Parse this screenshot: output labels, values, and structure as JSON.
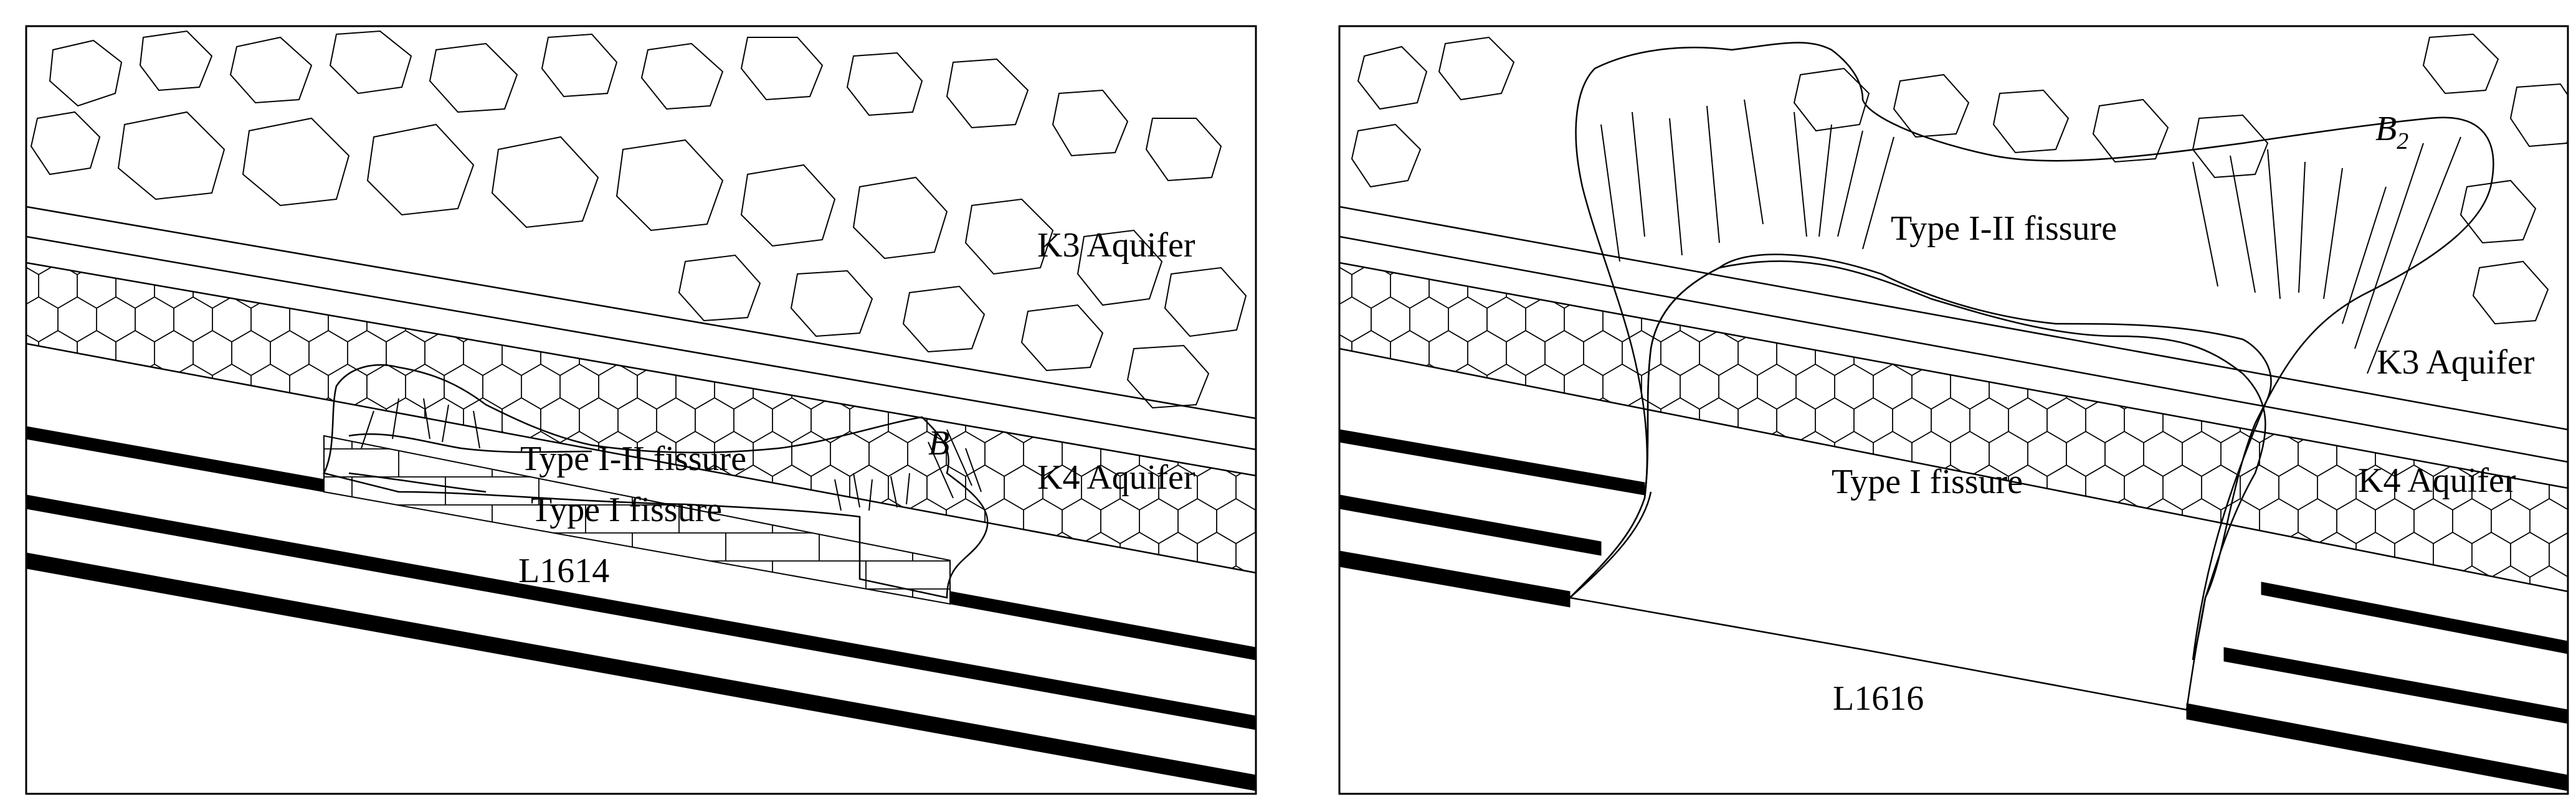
{
  "panels": [
    {
      "id": "left",
      "labels": {
        "k3": "K3 Aquifer",
        "k4": "K4 Aquifer",
        "fissure_upper": "Type I-II fissure",
        "fissure_lower": "Type I fissure",
        "face": "L1614",
        "zone": "B"
      }
    },
    {
      "id": "right",
      "labels": {
        "fissure_upper": "Type I-II fissure",
        "fissure_lower": "Type I fissure",
        "k3": "K3 Aquifer",
        "k4": "K4 Aquifer",
        "face": "L1616",
        "zone": "B",
        "zone_sub": "2"
      }
    }
  ],
  "colors": {
    "stroke": "#000000",
    "coal": "#000000",
    "background": "#ffffff"
  }
}
